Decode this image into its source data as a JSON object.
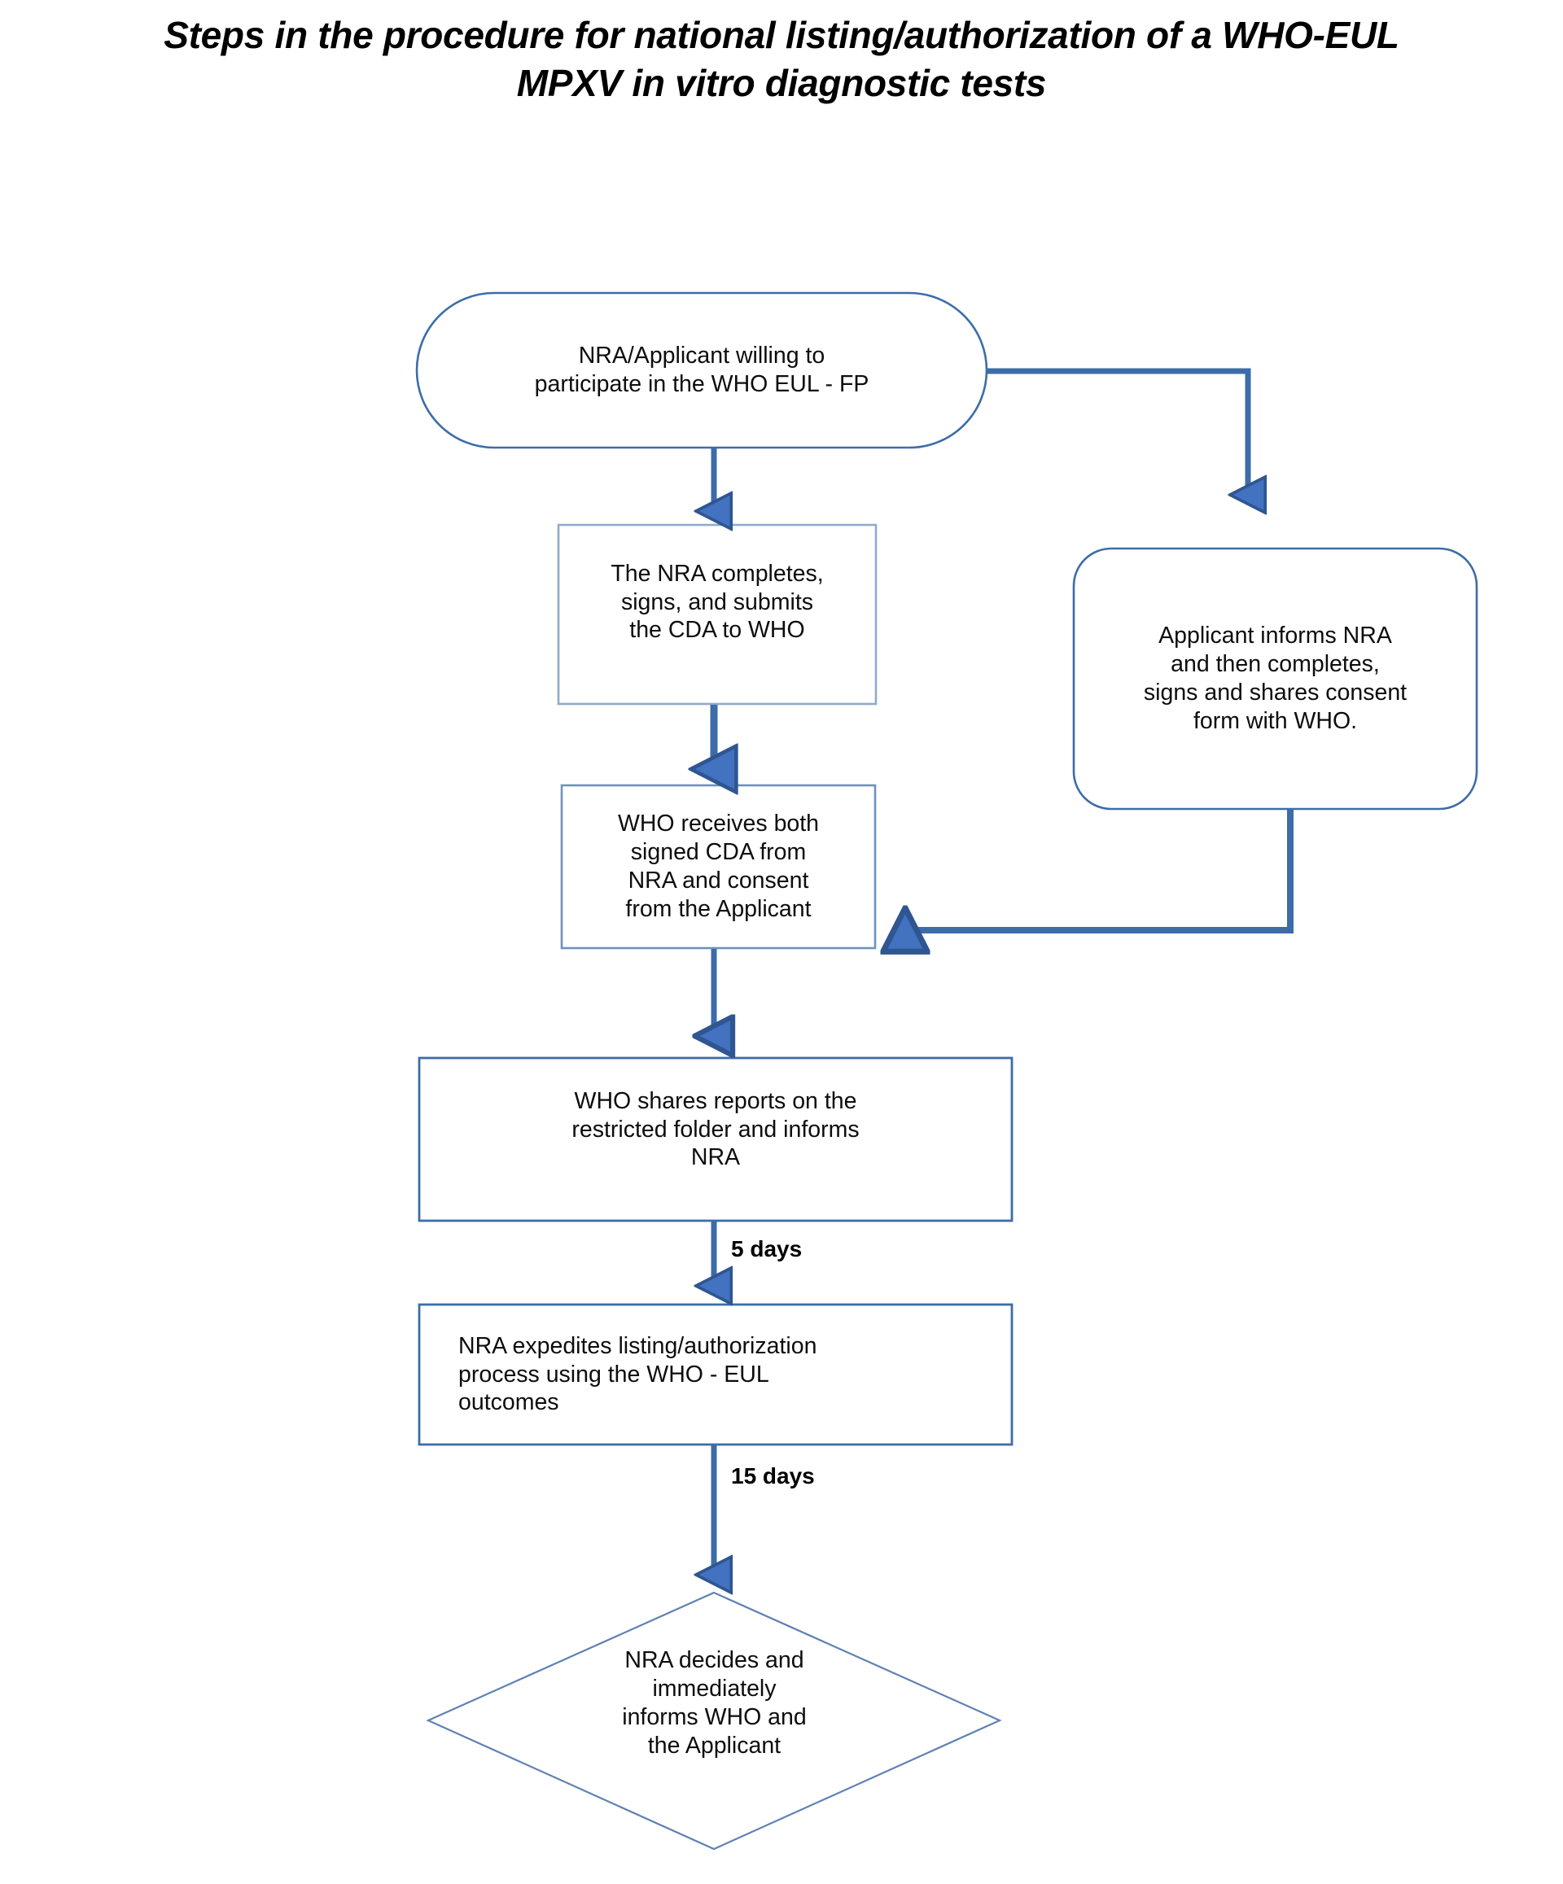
{
  "title": {
    "line1": "Steps in the procedure for national listing/authorization of a WHO-EUL",
    "line2": "MPXV in vitro diagnostic tests"
  },
  "colors": {
    "node_stroke": "#3d6da8",
    "node_stroke_light": "#8faacb",
    "connector": "#3d6da8",
    "arrow_fill": "#4272c0",
    "arrow_stroke": "#2f5691",
    "text": "#0d0d0d",
    "background": "#ffffff"
  },
  "nodes": [
    {
      "id": "start",
      "shape": "stadium",
      "text": "NRA/Applicant willing to\nparticipate in the WHO EUL - FP",
      "align": "center"
    },
    {
      "id": "nra-cda",
      "shape": "rectangle",
      "text": "The NRA completes,\nsigns, and submits\nthe CDA to WHO",
      "align": "center"
    },
    {
      "id": "applicant-consent",
      "shape": "rounded-rectangle",
      "text": "Applicant informs NRA\nand then completes,\nsigns and shares consent\nform with  WHO.",
      "align": "center"
    },
    {
      "id": "who-receives",
      "shape": "rectangle",
      "text": "WHO receives both\nsigned CDA from\nNRA and consent\nfrom the Applicant",
      "align": "center"
    },
    {
      "id": "who-shares",
      "shape": "rectangle",
      "text": "WHO shares reports on the\nrestricted folder and informs\nNRA",
      "align": "center"
    },
    {
      "id": "nra-expedites",
      "shape": "rectangle",
      "text": "NRA expedites listing/authorization\nprocess using the WHO - EUL\noutcomes",
      "align": "left"
    },
    {
      "id": "nra-decides",
      "shape": "diamond",
      "text": "NRA decides and\nimmediately\ninforms WHO and\nthe Applicant",
      "align": "center"
    }
  ],
  "edge_labels": [
    {
      "id": "five-days",
      "text": "5 days"
    },
    {
      "id": "fifteen-days",
      "text": "15 days"
    }
  ]
}
